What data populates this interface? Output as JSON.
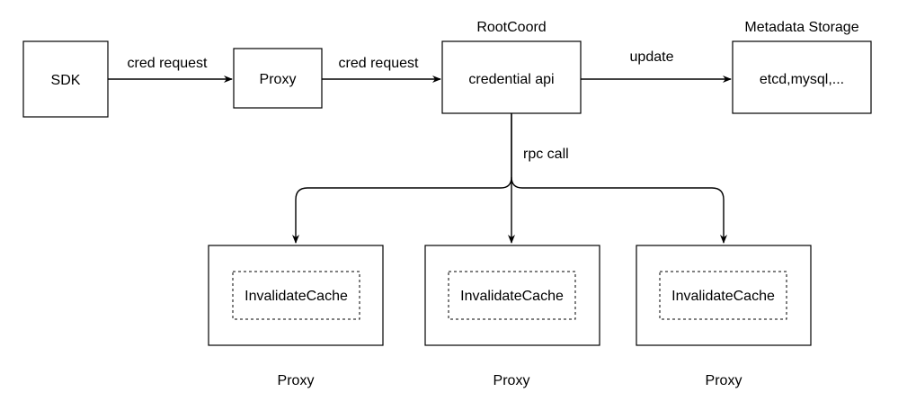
{
  "nodes": {
    "sdk": "SDK",
    "proxy": "Proxy",
    "rootcoord_api": "credential api",
    "rootcoord_title": "RootCoord",
    "storage": "etcd,mysql,...",
    "storage_title": "Metadata Storage",
    "proxies": [
      {
        "cache": "InvalidateCache",
        "label": "Proxy"
      },
      {
        "cache": "InvalidateCache",
        "label": "Proxy"
      },
      {
        "cache": "InvalidateCache",
        "label": "Proxy"
      }
    ]
  },
  "edges": {
    "sdk_to_proxy": "cred request",
    "proxy_to_rootcoord": "cred request",
    "rootcoord_to_storage": "update",
    "rootcoord_to_proxies": "rpc call"
  },
  "colors": {
    "stroke": "#000000",
    "background": "#ffffff"
  }
}
